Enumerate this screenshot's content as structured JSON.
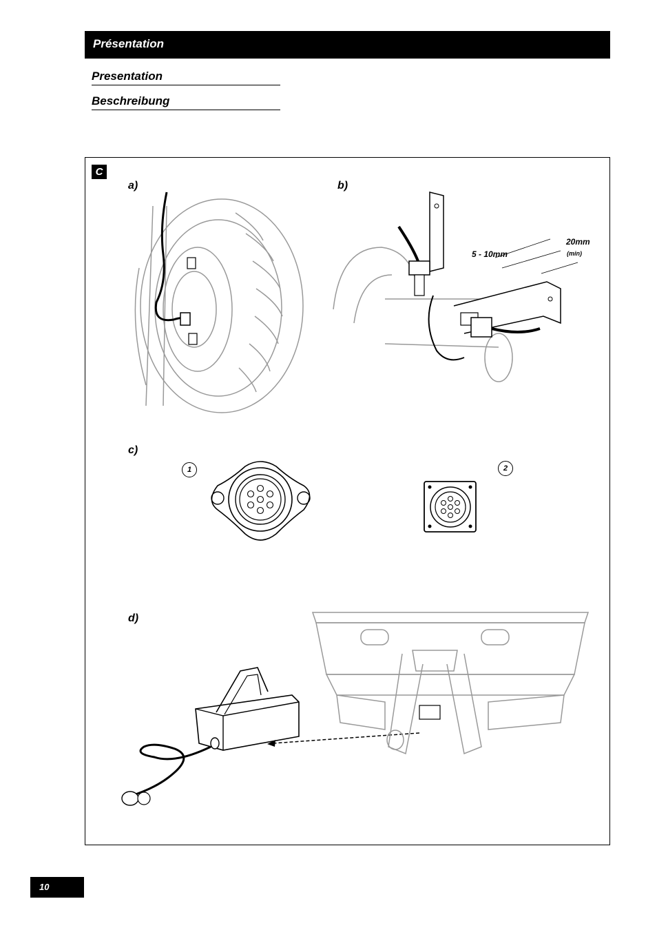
{
  "header": {
    "title": "Présentation"
  },
  "subtitles": [
    "Presentation",
    "Beschreibung"
  ],
  "figure": {
    "letter": "C",
    "panels": {
      "a": {
        "label": "a)"
      },
      "b": {
        "label": "b)",
        "dim_gap": "5 - 10mm",
        "dim_clear": "20mm",
        "dim_clear_note": "(min)"
      },
      "c": {
        "label": "c)",
        "callout_1": "1",
        "callout_2": "2"
      },
      "d": {
        "label": "d)"
      }
    }
  },
  "page_number": "10"
}
